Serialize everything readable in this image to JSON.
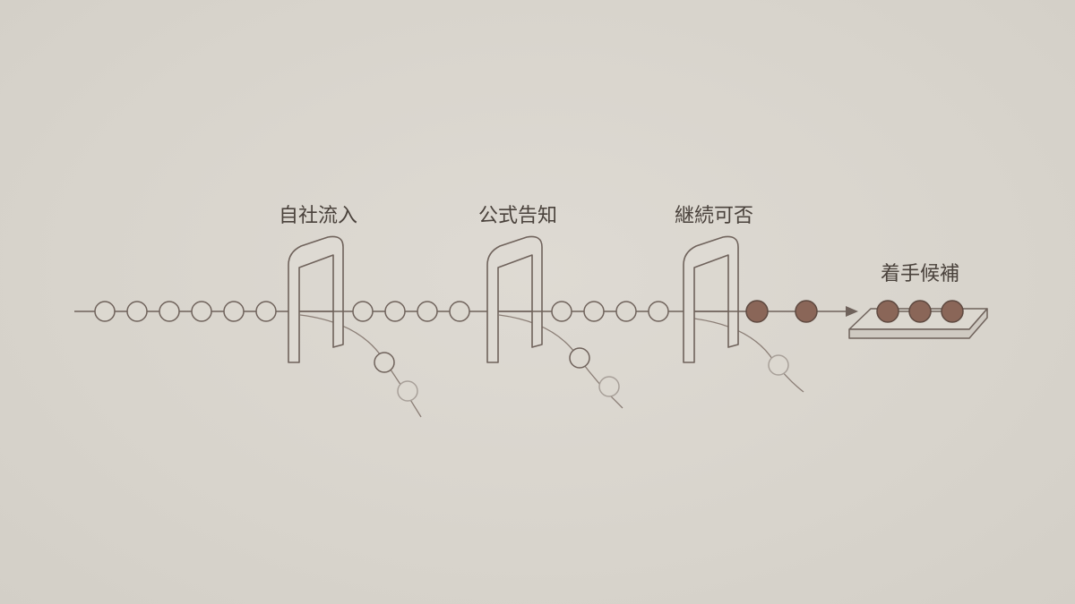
{
  "colors": {
    "background": "#d9d5cd",
    "line": "#6f625b",
    "open_node": "#dcd8d0",
    "filled_node": "#8a6658",
    "faded": "#a8a099"
  },
  "stages": [
    {
      "label": "自社流入"
    },
    {
      "label": "公式告知"
    },
    {
      "label": "継続可否"
    }
  ],
  "destination": {
    "label": "着手候補",
    "item_count": 3
  },
  "flow": {
    "segments": [
      {
        "open_nodes": 6,
        "filled_nodes": 0
      },
      {
        "open_nodes": 4,
        "filled_nodes": 0
      },
      {
        "open_nodes": 4,
        "filled_nodes": 0
      },
      {
        "open_nodes": 0,
        "filled_nodes": 2
      }
    ],
    "rejected_per_gate": [
      2,
      2,
      1
    ]
  }
}
